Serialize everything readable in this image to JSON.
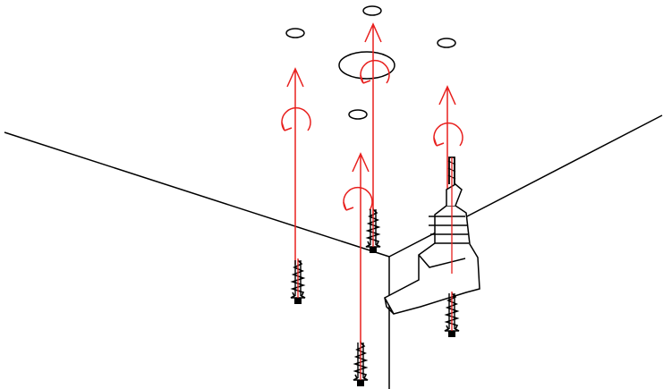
{
  "diagram": {
    "colors": {
      "line": "#000000",
      "arrow": "#e8201e",
      "background": "#ffffff",
      "drill_fill": "#ffffff"
    },
    "elements": {
      "ceiling_edges": "ceiling-wall-corner-lines",
      "holes": "ceiling-hole-icons",
      "anchors": "wall-plug-anchor-icons",
      "arrows": "insertion-arrow-icons",
      "rotation": "rotation-arrow-icons",
      "tool": "power-drill-icon"
    }
  }
}
